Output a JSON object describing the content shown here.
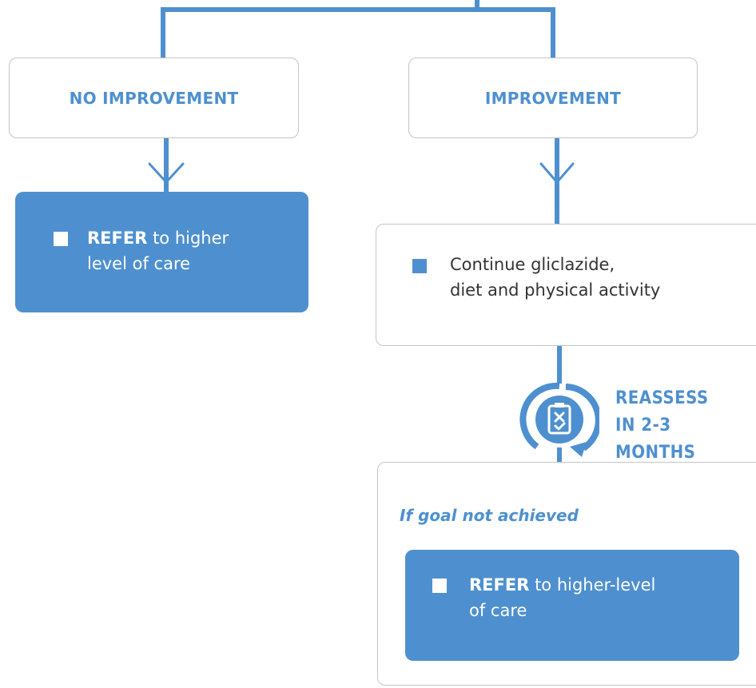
{
  "colors": {
    "accent": "#4e90cf",
    "border": "#c4c4c4",
    "text": "#333333"
  },
  "branches": {
    "no_improvement": {
      "label": "NO IMPROVEMENT",
      "action": {
        "bold": "REFER",
        "rest_line1": " to higher",
        "rest_line2": "level of care"
      }
    },
    "improvement": {
      "label": "IMPROVEMENT",
      "continue": {
        "line1": "Continue gliclazide,",
        "line2": "diet and physical activity"
      }
    }
  },
  "reassess": {
    "line1": "REASSESS",
    "line2": "IN 2-3 MONTHS",
    "icon": "clipboard-cycle-icon"
  },
  "goal_check": {
    "condition": "If goal not achieved",
    "action": {
      "bold": "REFER",
      "rest_line1": " to higher-level",
      "rest_line2": "of care"
    }
  }
}
